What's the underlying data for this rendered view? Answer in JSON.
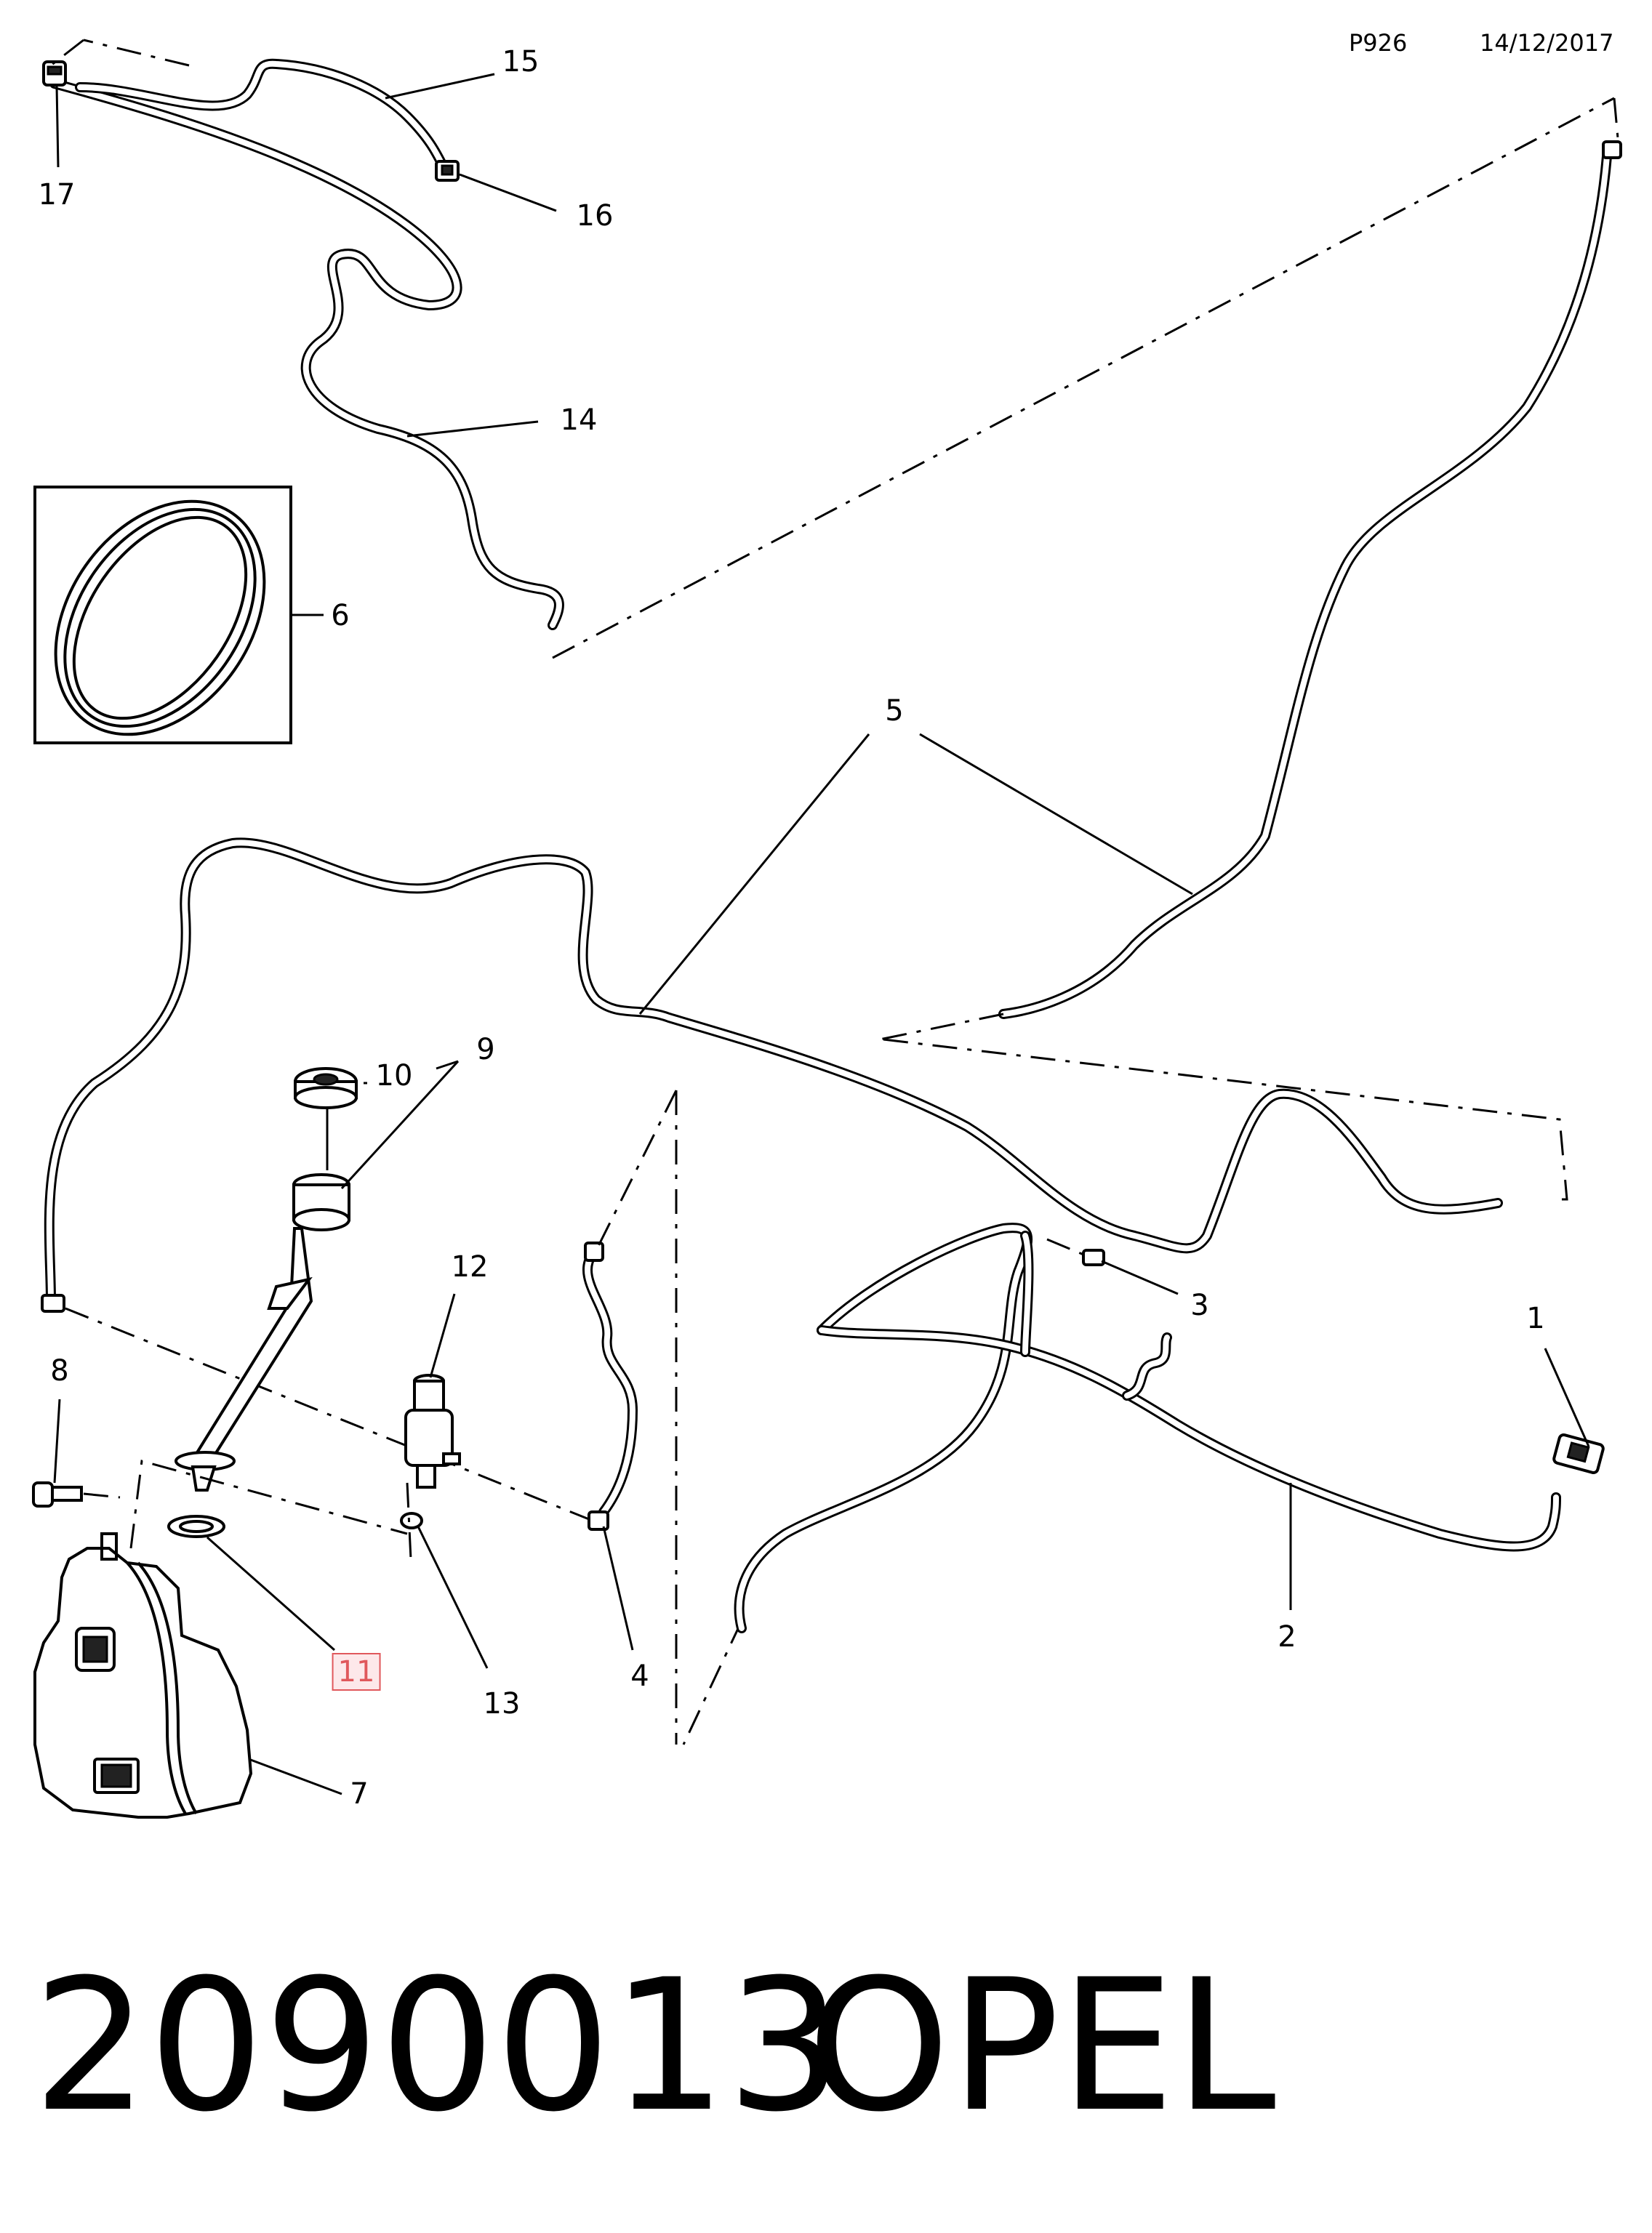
{
  "header": {
    "diagram_code": "P926",
    "date": "14/12/2017"
  },
  "callouts": [
    "1",
    "2",
    "3",
    "4",
    "5",
    "6",
    "7",
    "8",
    "9",
    "10",
    "11",
    "12",
    "13",
    "14",
    "15",
    "16",
    "17"
  ],
  "highlighted_callout": "11",
  "footer": {
    "part_number": "2090013",
    "brand": "OPEL"
  },
  "colors": {
    "line": "#000000",
    "background": "#ffffff",
    "highlight_border": "#e0585c",
    "highlight_fill": "#fde8ea"
  }
}
